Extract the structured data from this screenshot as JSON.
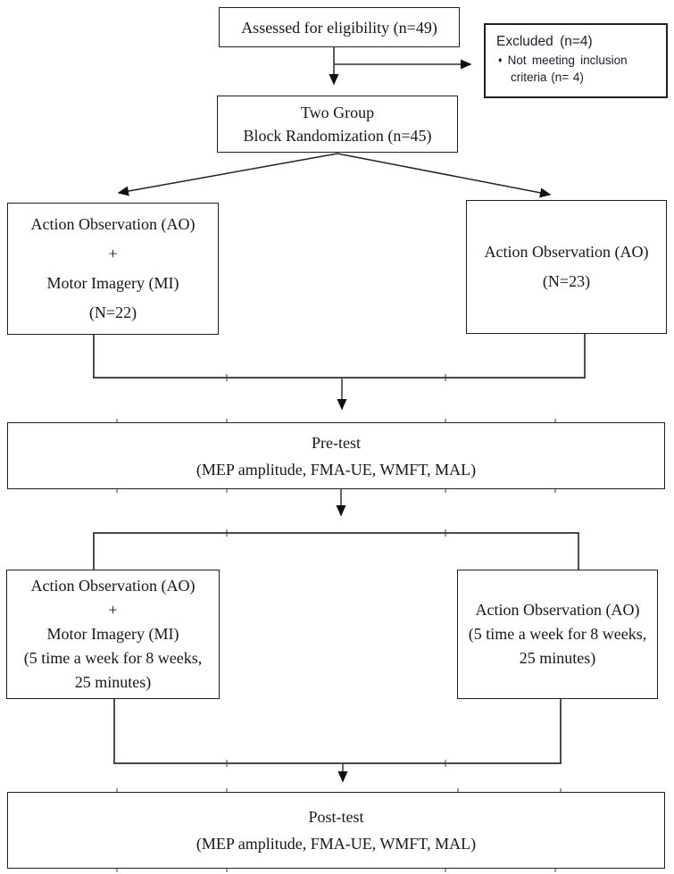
{
  "diagram": {
    "kind": "study-flow-diagram",
    "colors": {
      "background": "#ffffff",
      "box_border": "#1f1f1f",
      "connector": "#4a4a4a",
      "arrowhead": "#111111",
      "text": "#16161e"
    },
    "boxes": {
      "assessed": {
        "lines": [
          "Assessed for eligibility (n=49)"
        ]
      },
      "excluded": {
        "title": "Excluded (n=4)",
        "bullet": "♦",
        "bullet_lines": [
          "Not meeting inclusion",
          "criteria (n= 4)"
        ]
      },
      "randomization": {
        "lines": [
          "Two Group",
          "Block Randomization (n=45)"
        ]
      },
      "group_ao_mi": {
        "lines": [
          "Action Observation (AO)",
          "+",
          "Motor Imagery (MI)",
          "(N=22)"
        ]
      },
      "group_ao": {
        "lines": [
          "Action Observation (AO)",
          "(N=23)"
        ]
      },
      "pretest": {
        "lines": [
          "Pre-test",
          "(MEP amplitude, FMA-UE, WMFT, MAL)"
        ]
      },
      "intervention_ao_mi": {
        "lines": [
          "Action Observation (AO)",
          "+",
          "Motor Imagery (MI)",
          "(5 time a week for 8 weeks,",
          "25 minutes)"
        ]
      },
      "intervention_ao": {
        "lines": [
          "Action Observation (AO)",
          "(5 time a week for 8 weeks,",
          "25 minutes)"
        ]
      },
      "posttest": {
        "lines": [
          "Post-test",
          "(MEP amplitude, FMA-UE, WMFT, MAL)"
        ]
      }
    }
  }
}
